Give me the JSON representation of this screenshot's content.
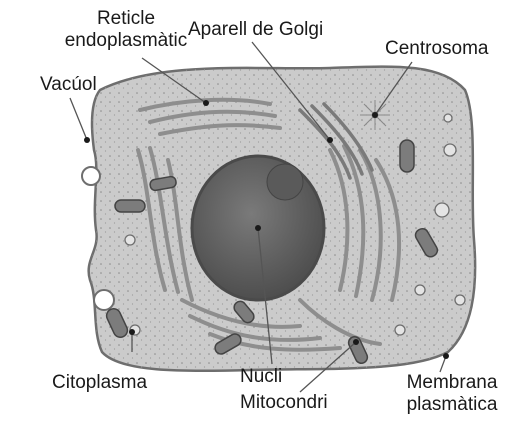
{
  "labels": {
    "reticle": [
      "Reticle",
      "endoplasmàtic"
    ],
    "golgi": "Aparell de Golgi",
    "centrosoma": "Centrosoma",
    "vacuol": "Vacúol",
    "citoplasma": "Citoplasma",
    "nucli": "Nucli",
    "mitocondri": "Mitocondri",
    "membrana": [
      "Membrana",
      "plasmàtica"
    ]
  },
  "colors": {
    "cytoplasm": "#c8c8c8",
    "membrane": "#6e6e6e",
    "nucleus": "#6a6a6a",
    "er": "#9a9a9a",
    "leader": "#555555",
    "text": "#1a1a1a"
  }
}
